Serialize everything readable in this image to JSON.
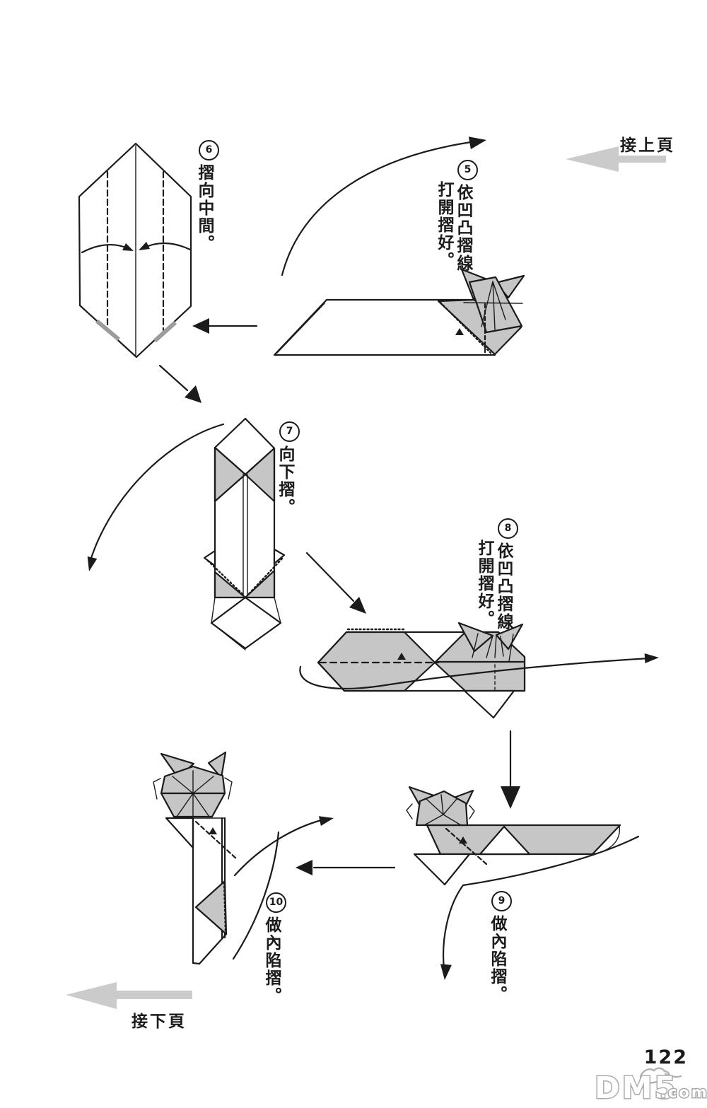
{
  "page": {
    "prev_page_label": "接上頁",
    "next_page_label": "接下頁",
    "page_number": "122",
    "watermark_main": "DM5",
    "watermark_suffix": ".com"
  },
  "steps": {
    "s5": {
      "num": "5",
      "lines": [
        "依凹凸摺線",
        "打開摺好。"
      ]
    },
    "s6": {
      "num": "6",
      "lines": [
        "摺向中間。"
      ]
    },
    "s7": {
      "num": "7",
      "lines": [
        "向下摺。"
      ]
    },
    "s8": {
      "num": "8",
      "lines": [
        "依凹凸摺線",
        "打開摺好。"
      ]
    },
    "s9": {
      "num": "9",
      "lines": [
        "做內陷摺。"
      ]
    },
    "s10": {
      "num": "10",
      "lines": [
        "做內陷摺。"
      ]
    }
  },
  "colors": {
    "paper": "#ffffff",
    "ink": "#1b1b1b",
    "shade": "#c6c6c6",
    "page_arrow": "#cbcbcb",
    "watermark": "#ababab"
  }
}
